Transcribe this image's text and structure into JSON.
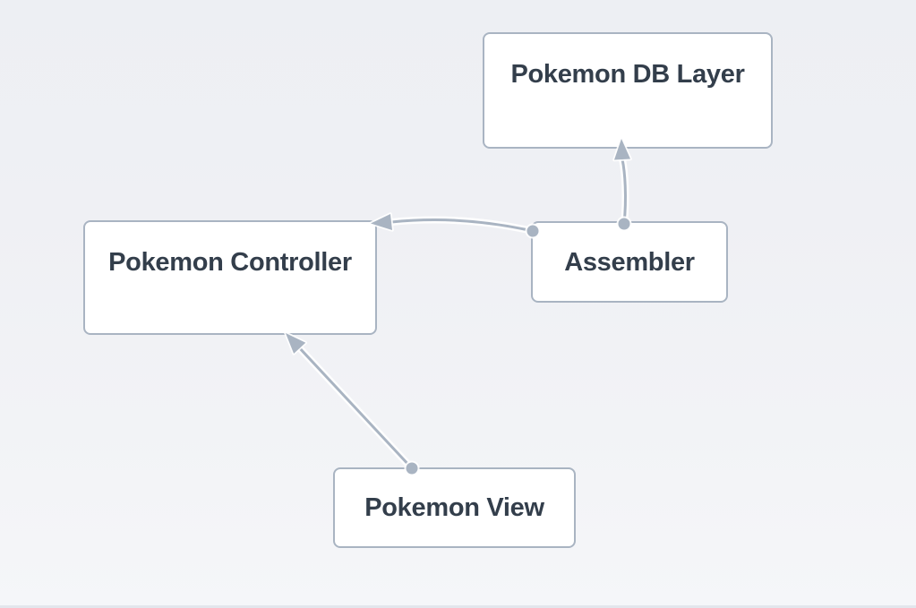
{
  "diagram": {
    "nodes": [
      {
        "id": "pokemon-db-layer",
        "label": "Pokemon DB Layer"
      },
      {
        "id": "pokemon-controller",
        "label": "Pokemon Controller"
      },
      {
        "id": "assembler",
        "label": "Assembler"
      },
      {
        "id": "pokemon-view",
        "label": "Pokemon View"
      }
    ],
    "edges": [
      {
        "from": "Assembler",
        "to": "Pokemon DB Layer",
        "style": "arrow with source dot"
      },
      {
        "from": "Assembler",
        "to": "Pokemon Controller",
        "style": "arrow with source dot"
      },
      {
        "from": "Pokemon View",
        "to": "Pokemon Controller",
        "style": "arrow with source dot"
      }
    ],
    "colors": {
      "background_top": "#edeff3",
      "background_bottom": "#f5f6f9",
      "node_fill": "#ffffff",
      "node_border": "#a9b4c2",
      "node_text": "#333e4b",
      "edge_line": "#a9b4c2",
      "edge_halo": "#ffffff"
    }
  }
}
